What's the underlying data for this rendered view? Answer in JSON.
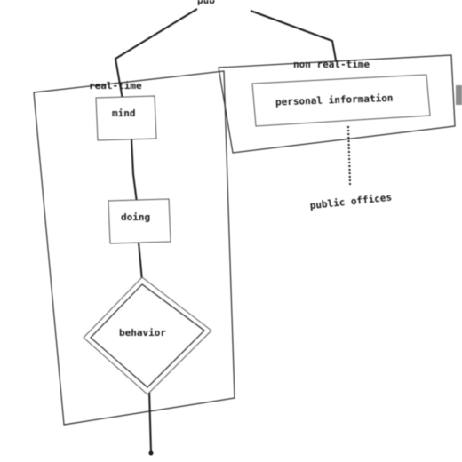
{
  "diagram": {
    "root": {
      "label": "pub"
    },
    "groups": {
      "realtime": {
        "label": "real-time"
      },
      "nonrealtime": {
        "label": "non real-time"
      }
    },
    "nodes": {
      "mind": {
        "label": "mind"
      },
      "doing": {
        "label": "doing"
      },
      "behavior": {
        "label": "behavior"
      },
      "personal_information": {
        "label": "personal information"
      },
      "public_offices": {
        "label": "public offices"
      }
    }
  }
}
